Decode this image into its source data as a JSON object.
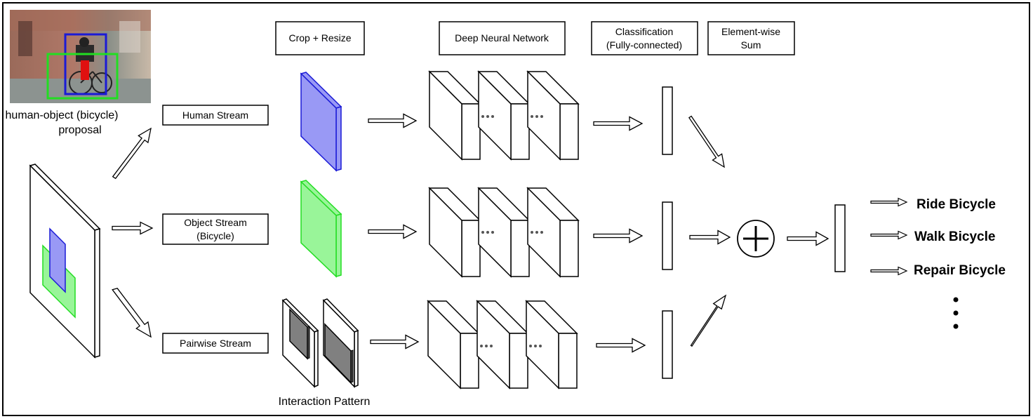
{
  "headers": {
    "crop_resize": "Crop + Resize",
    "deep_nn": "Deep Neural Network",
    "classification_line1": "Classification",
    "classification_line2": "(Fully-connected)",
    "element_wise_line1": "Element-wise",
    "element_wise_line2": "Sum"
  },
  "proposal": {
    "caption_line1": "human-object (bicycle)",
    "caption_line2": "proposal"
  },
  "streams": {
    "human": "Human Stream",
    "object_line1": "Object Stream",
    "object_line2": "(Bicycle)",
    "pairwise": "Pairwise Stream"
  },
  "interaction_pattern": "Interaction Pattern",
  "outputs": [
    "Ride Bicycle",
    "Walk Bicycle",
    "Repair Bicycle"
  ],
  "colors": {
    "human_box": "#1a1ad6",
    "human_fill": "#9999f5",
    "object_box": "#22dd22",
    "object_fill": "#99f599",
    "pairwise_fill": "#808080",
    "person_red": "#e01010"
  }
}
